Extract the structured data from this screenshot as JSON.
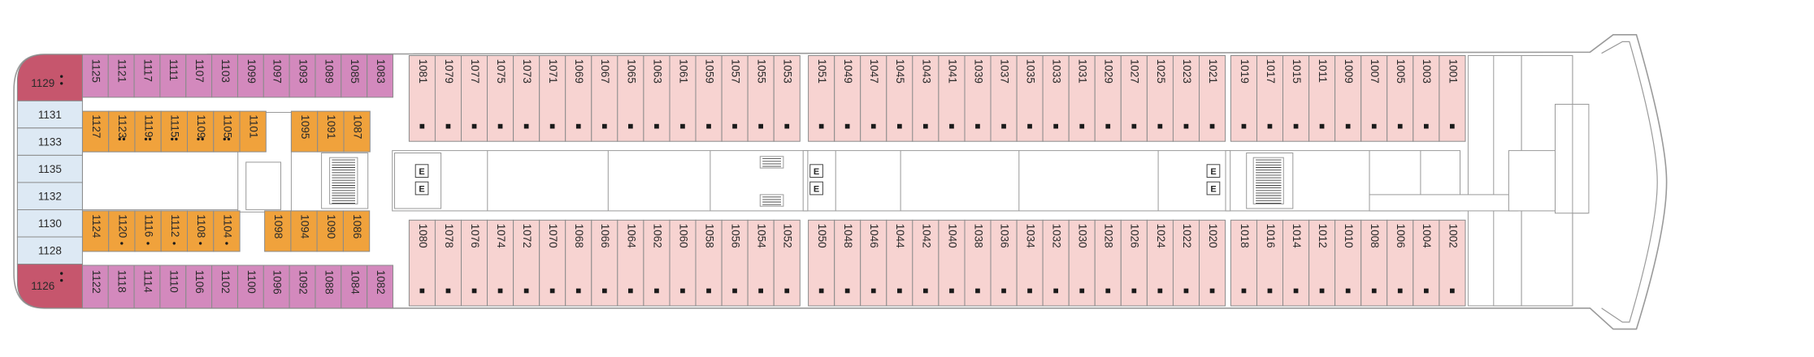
{
  "colors": {
    "suite_pink": "#f7d3d1",
    "mauve": "#d389bd",
    "orange": "#f0a23c",
    "red_suite": "#c6566d",
    "light_blue": "#dde9f4",
    "hull_stroke": "#9a9a9a",
    "cabin_stroke": "#8a8a8a"
  },
  "bow_suites": {
    "top": "1129",
    "bottom": "1126"
  },
  "bow_blue_cabins": [
    "1131",
    "1133",
    "1135",
    "1132",
    "1130",
    "1128"
  ],
  "mauve_top": [
    "1125",
    "1121",
    "1117",
    "1111",
    "1107",
    "1103",
    "1099",
    "1097",
    "1093",
    "1089",
    "1085",
    "1083"
  ],
  "mauve_bottom": [
    "1122",
    "1118",
    "1114",
    "1110",
    "1106",
    "1102",
    "1100",
    "1096",
    "1092",
    "1088",
    "1084",
    "1082"
  ],
  "orange_top": [
    {
      "num": "1127",
      "dots": 0
    },
    {
      "num": "1123",
      "dots": 2
    },
    {
      "num": "1119",
      "dots": 2
    },
    {
      "num": "1115",
      "dots": 2
    },
    {
      "num": "1109",
      "dots": 2
    },
    {
      "num": "1105",
      "dots": 2
    },
    {
      "num": "1101",
      "dots": 0
    }
  ],
  "orange_top2": [
    "1095",
    "1091",
    "1087"
  ],
  "orange_bottom": [
    {
      "num": "1124",
      "dots": 0
    },
    {
      "num": "1120",
      "dots": 1
    },
    {
      "num": "1116",
      "dots": 1
    },
    {
      "num": "1112",
      "dots": 1
    },
    {
      "num": "1108",
      "dots": 1
    },
    {
      "num": "1104",
      "dots": 1
    }
  ],
  "orange_bottom2": [
    "1098",
    "1094",
    "1090",
    "1086"
  ],
  "pink_top": {
    "group1": [
      "1081",
      "1079",
      "1077",
      "1075",
      "1073",
      "1071",
      "1069",
      "1067",
      "1065",
      "1063",
      "1061",
      "1059",
      "1057",
      "1055",
      "1053"
    ],
    "group2": [
      "1051",
      "1049",
      "1047",
      "1045",
      "1043",
      "1041",
      "1039",
      "1037",
      "1035",
      "1033",
      "1031",
      "1029",
      "1027",
      "1025",
      "1023",
      "1021"
    ],
    "group3": [
      "1019",
      "1017",
      "1015",
      "1011",
      "1009",
      "1007",
      "1005",
      "1003",
      "1001"
    ]
  },
  "pink_bottom": {
    "group1": [
      "1080",
      "1078",
      "1076",
      "1074",
      "1072",
      "1070",
      "1068",
      "1066",
      "1064",
      "1062",
      "1060",
      "1058",
      "1056",
      "1054",
      "1052"
    ],
    "group2": [
      "1050",
      "1048",
      "1046",
      "1044",
      "1042",
      "1040",
      "1038",
      "1036",
      "1034",
      "1032",
      "1030",
      "1028",
      "1026",
      "1024",
      "1022",
      "1020"
    ],
    "group3": [
      "1018",
      "1016",
      "1014",
      "1012",
      "1010",
      "1008",
      "1006",
      "1004",
      "1002"
    ]
  },
  "lift_label": "E"
}
